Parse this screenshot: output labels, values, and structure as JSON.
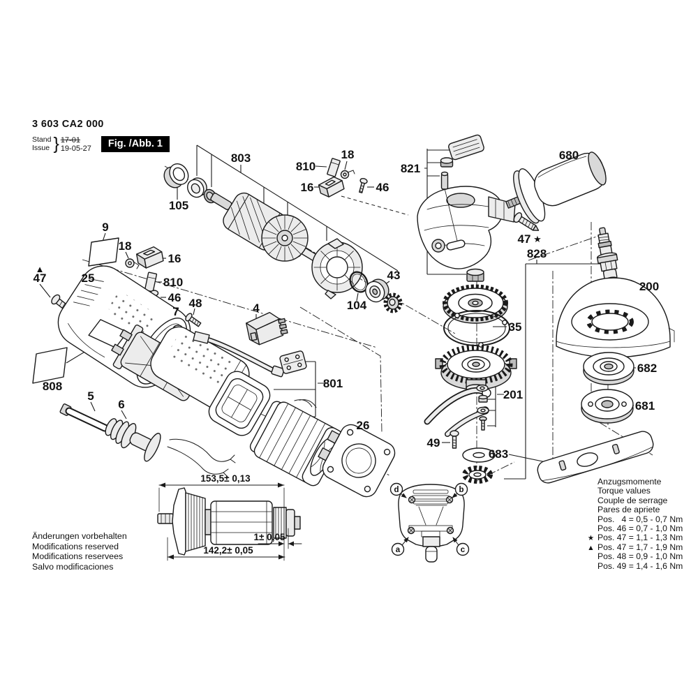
{
  "colors": {
    "ink": "#1a1a1a",
    "paper": "#ffffff",
    "fig_box_bg": "#000000",
    "fig_box_text": "#ffffff",
    "shade_light": "#ececec",
    "shade_mid": "#d9d9d9"
  },
  "header": {
    "part_number": "3 603 CA2 000",
    "stand_label": "Stand",
    "issue_label": "Issue",
    "brace": "}",
    "superseded_issue": "17-01",
    "issue_date": "19-05-27",
    "figure_label": "Fig. /Abb. 1"
  },
  "markers": {
    "triangle": "▲",
    "star": "★"
  },
  "callouts": [
    {
      "text": "803"
    },
    {
      "text": "810"
    },
    {
      "text": "18"
    },
    {
      "text": "16"
    },
    {
      "text": "46"
    },
    {
      "text": "105"
    },
    {
      "text": "9"
    },
    {
      "text": "18"
    },
    {
      "text": "16"
    },
    {
      "text": "810"
    },
    {
      "text": "46"
    },
    {
      "text": "47"
    },
    {
      "text": "25"
    },
    {
      "text": "7"
    },
    {
      "text": "48"
    },
    {
      "text": "4"
    },
    {
      "text": "104"
    },
    {
      "text": "43"
    },
    {
      "text": "821"
    },
    {
      "text": "680"
    },
    {
      "text": "47"
    },
    {
      "text": "828"
    },
    {
      "text": "200"
    },
    {
      "text": "35"
    },
    {
      "text": "682"
    },
    {
      "text": "681"
    },
    {
      "text": "683"
    },
    {
      "text": "201"
    },
    {
      "text": "49"
    },
    {
      "text": "26"
    },
    {
      "text": "801"
    },
    {
      "text": "808"
    },
    {
      "text": "5"
    },
    {
      "text": "6"
    }
  ],
  "dimensions": {
    "overall": "153,5± 0,13",
    "step": "1± 0,05",
    "body": "142,2± 0,05"
  },
  "view_markers": {
    "a": "a",
    "b": "b",
    "c": "c",
    "d": "d"
  },
  "notes": [
    "Änderungen vorbehalten",
    "Modifications reserved",
    "Modifications reservees",
    "Salvo modificaciones"
  ],
  "torque_table": {
    "heading": [
      "Anzugsmomente",
      "Torque values",
      "Couple de serrage",
      "Pares de apriete"
    ],
    "rows": [
      {
        "marker": "",
        "label": "Pos.   4 = 0,5 - 0,7 Nm"
      },
      {
        "marker": "",
        "label": "Pos. 46 = 0,7 - 1,0 Nm"
      },
      {
        "marker": "★",
        "label": "Pos. 47 = 1,1 - 1,3 Nm"
      },
      {
        "marker": "▲",
        "label": "Pos. 47 = 1,7 - 1,9 Nm"
      },
      {
        "marker": "",
        "label": "Pos. 48 = 0,9 - 1,0 Nm"
      },
      {
        "marker": "",
        "label": "Pos. 49 = 1,4 - 1,6 Nm"
      }
    ]
  }
}
